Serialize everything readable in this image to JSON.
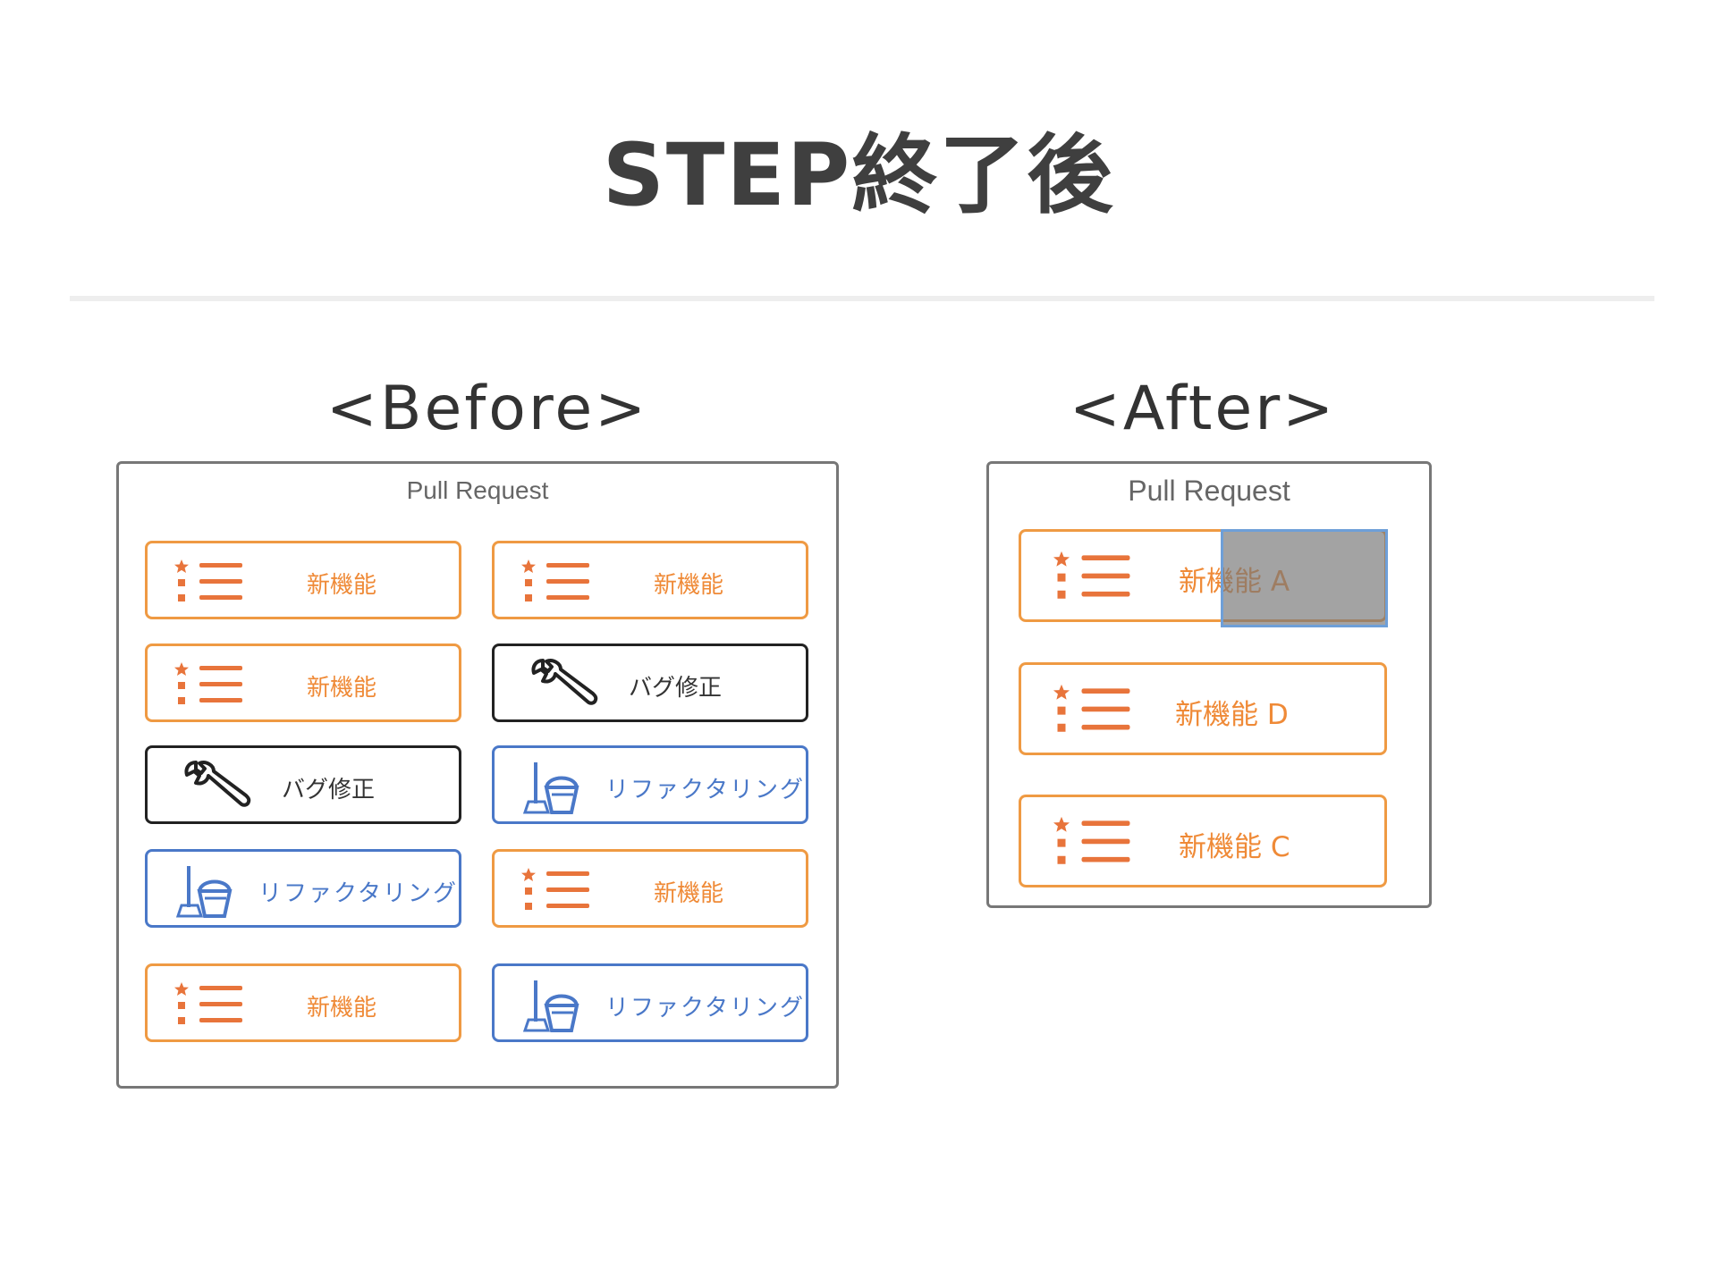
{
  "slide": {
    "title": "STEP終了後",
    "before_heading": "<Before>",
    "after_heading": "<After>"
  },
  "before_panel": {
    "label": "Pull Request",
    "cards": [
      {
        "type": "feature",
        "label": "新機能"
      },
      {
        "type": "feature",
        "label": "新機能"
      },
      {
        "type": "feature",
        "label": "新機能"
      },
      {
        "type": "bug",
        "label": "バグ修正"
      },
      {
        "type": "bug",
        "label": "バグ修正"
      },
      {
        "type": "refactor",
        "label": "リファクタリング"
      },
      {
        "type": "refactor",
        "label": "リファクタリング"
      },
      {
        "type": "feature",
        "label": "新機能"
      },
      {
        "type": "feature",
        "label": "新機能"
      },
      {
        "type": "refactor",
        "label": "リファクタリング"
      }
    ]
  },
  "after_panel": {
    "label": "Pull Request",
    "cards": [
      {
        "type": "feature",
        "label": "新機能 A"
      },
      {
        "type": "feature",
        "label": "新機能 D"
      },
      {
        "type": "feature",
        "label": "新機能 C"
      }
    ]
  },
  "icons": {
    "feature": "star-list-icon",
    "bug": "wrench-icon",
    "refactor": "broom-bucket-icon"
  },
  "colors": {
    "feature": "#ef8a37",
    "bug": "#222222",
    "refactor": "#4a78c8",
    "title": "#3f3f3f"
  }
}
